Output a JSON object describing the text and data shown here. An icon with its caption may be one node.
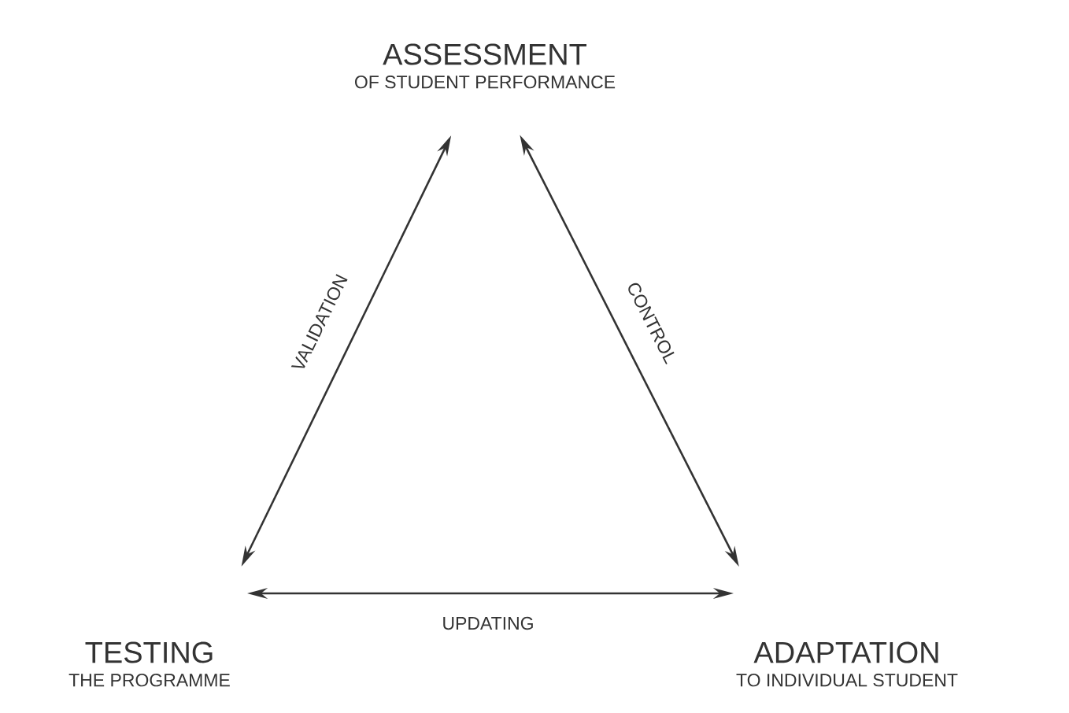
{
  "diagram": {
    "nodes": [
      {
        "text": [
          "ASSESSMENT",
          "OF STUDENT PERFORMANCE"
        ]
      },
      {
        "text": [
          "TESTING",
          "THE PROGRAMME"
        ]
      },
      {
        "text": [
          "ADAPTATION",
          "TO INDIVIDUAL STUDENT"
        ]
      }
    ],
    "edges": [
      {
        "from": 0,
        "to": 1,
        "arrow": "both",
        "label": "VALIDATION"
      },
      {
        "from": 0,
        "to": 2,
        "arrow": "both",
        "label": "CONTROL"
      },
      {
        "from": 1,
        "to": 2,
        "arrow": "both",
        "label": "UPDATING"
      }
    ]
  }
}
